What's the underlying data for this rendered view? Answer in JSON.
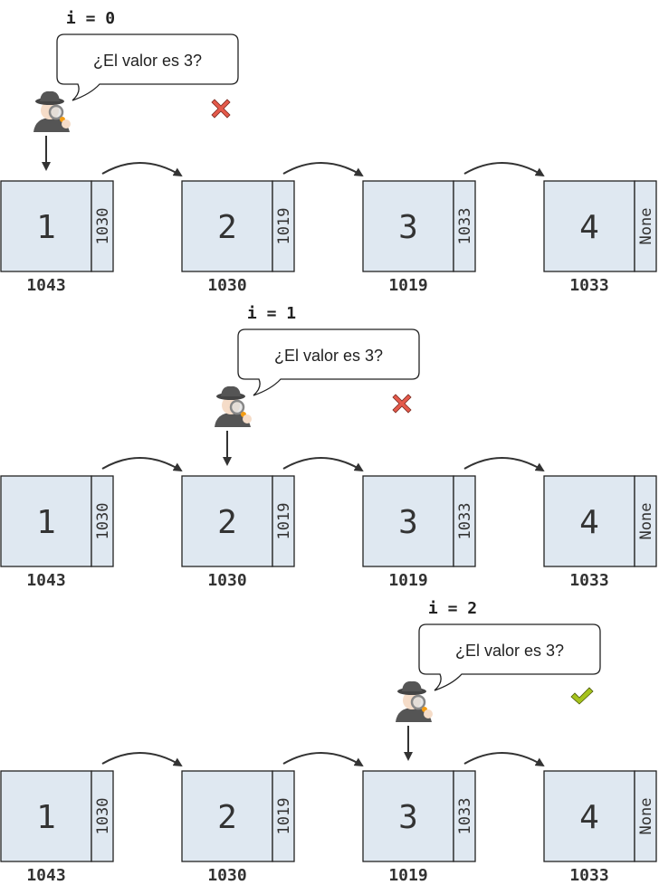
{
  "nodes": [
    {
      "value": "1",
      "next": "1030",
      "address": "1043"
    },
    {
      "value": "2",
      "next": "1019",
      "address": "1030"
    },
    {
      "value": "3",
      "next": "1033",
      "address": "1019"
    },
    {
      "value": "4",
      "next": "None",
      "address": "1033"
    }
  ],
  "steps": [
    {
      "label": "i = 0",
      "question": "¿El valor es 3?",
      "result": "cross"
    },
    {
      "label": "i = 1",
      "question": "¿El valor es 3?",
      "result": "cross"
    },
    {
      "label": "i = 2",
      "question": "¿El valor es 3?",
      "result": "check"
    }
  ],
  "colors": {
    "node_fill": "#dfe8f1",
    "stroke": "#222222",
    "cross": "#e55a4b",
    "check": "#a6c31c"
  },
  "icons": {
    "detective": "detective-icon",
    "cross": "cross-icon",
    "check": "check-icon"
  }
}
